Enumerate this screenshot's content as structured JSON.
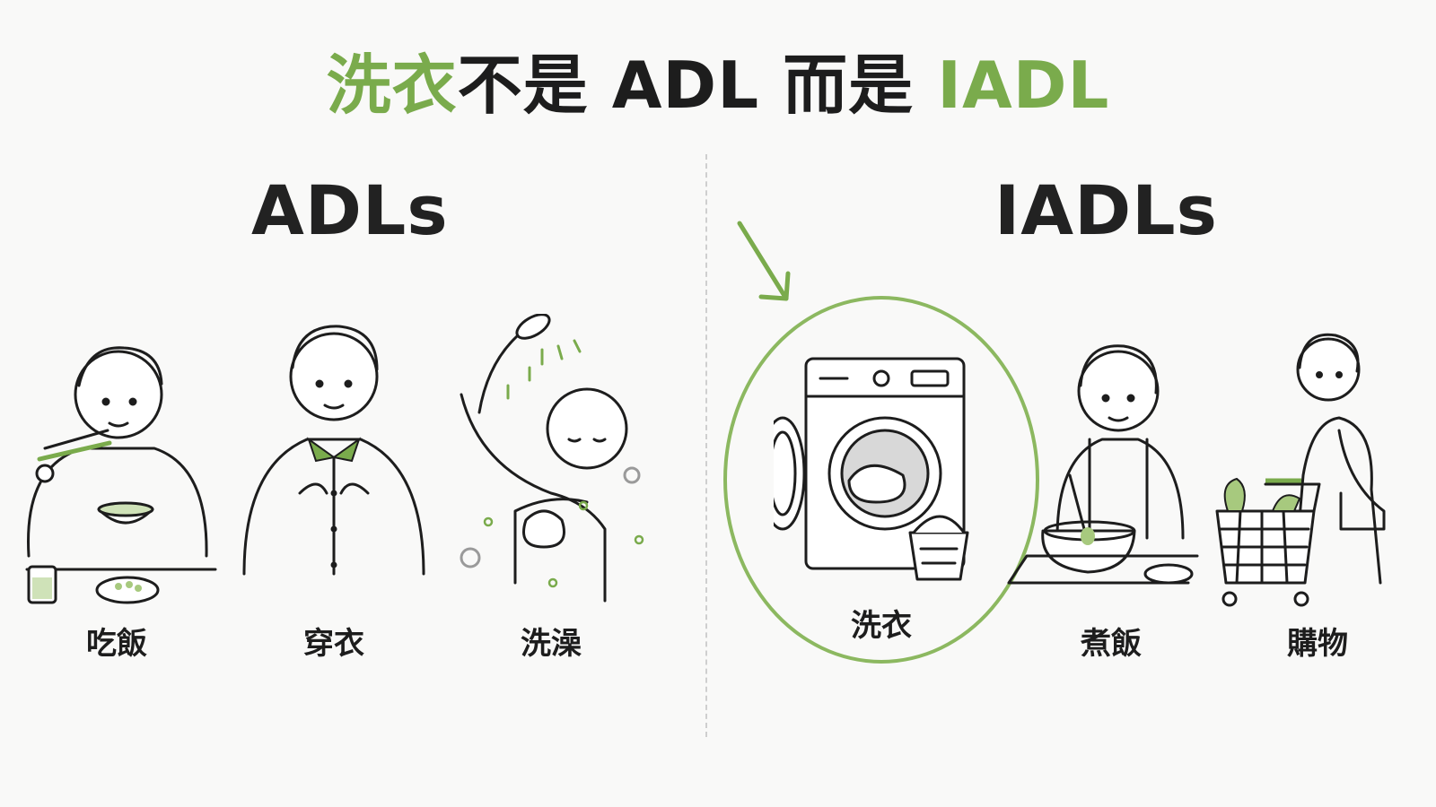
{
  "title": {
    "part1": "洗衣",
    "part2": "不是 ADL 而是 ",
    "part3": "IADL"
  },
  "columns": {
    "adl": {
      "heading": "ADLs",
      "items": [
        {
          "label": "吃飯",
          "icon": "eating-person-icon"
        },
        {
          "label": "穿衣",
          "icon": "dressing-person-icon"
        },
        {
          "label": "洗澡",
          "icon": "showering-person-icon"
        }
      ]
    },
    "iadl": {
      "heading": "IADLs",
      "items": [
        {
          "label": "洗衣",
          "icon": "washing-machine-icon",
          "highlighted": true
        },
        {
          "label": "煮飯",
          "icon": "cooking-person-icon"
        },
        {
          "label": "購物",
          "icon": "shopping-person-icon"
        }
      ]
    }
  },
  "colors": {
    "accent": "#7aab4c",
    "text": "#1d1d1d",
    "background": "#f9f9f8"
  }
}
